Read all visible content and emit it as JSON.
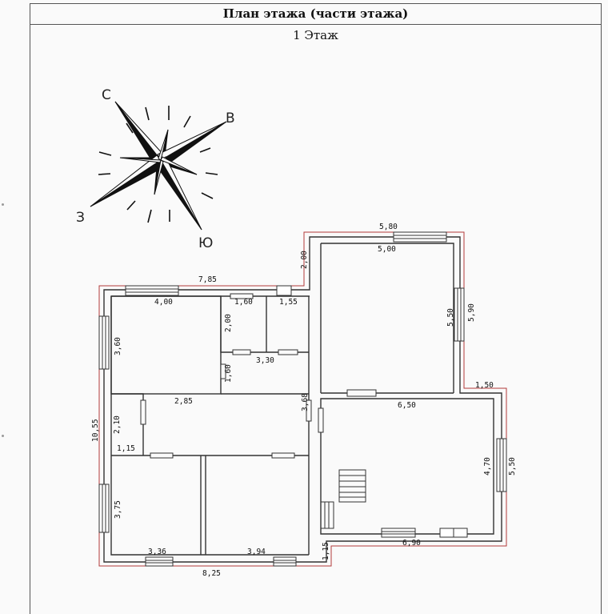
{
  "header": {
    "title": "План этажа (части этажа)",
    "floor": "1 Этаж"
  },
  "compass": {
    "north": "С",
    "east": "В",
    "south": "Ю",
    "west": "З"
  },
  "dimensions": {
    "top_left_width": "7,85",
    "top_right_width": "5,80",
    "right_block_inner_width": "5,00",
    "step_height": "2,00",
    "room1_width": "4,00",
    "corridor_width": "1,60",
    "bath_width": "1,55",
    "room1_height": "3,60",
    "small_wall": "2,00",
    "hall_top_width": "3,30",
    "small_wall2": "1,60",
    "right_room_height": "5,50",
    "right_outer_height": "5,90",
    "offset_width": "1,50",
    "center_height": "3,68",
    "lower_right_width": "6,50",
    "hall_width": "2,85",
    "left_height": "10,55",
    "hall_side": "2,10",
    "hall_side_width": "1,15",
    "lower_right_height": "4,70",
    "lower_right_outer_height": "5,50",
    "bottom_left_height": "3,75",
    "bottom_left_width": "3,36",
    "bottom_mid_width": "3,94",
    "step_bottom": "1,15",
    "bottom_right_width": "6,90",
    "bottom_total_width": "8,25"
  }
}
